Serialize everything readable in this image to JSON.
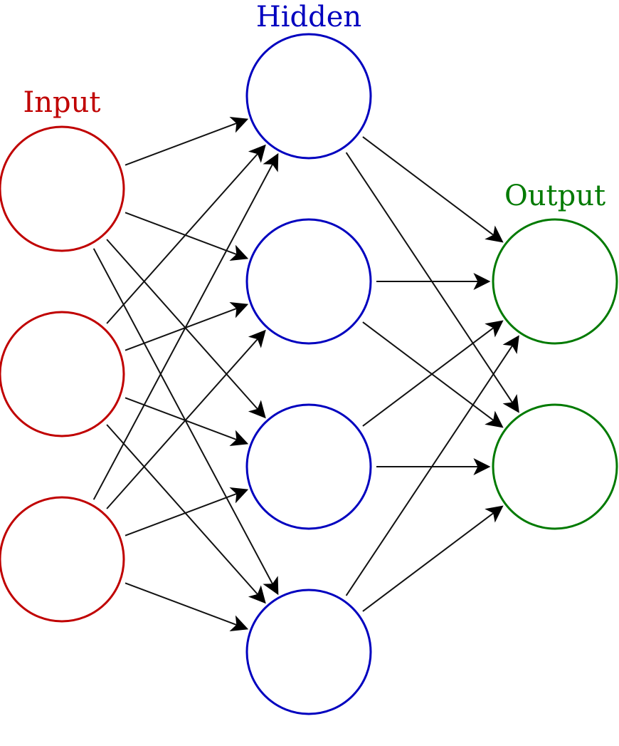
{
  "diagram": {
    "layers": [
      {
        "key": "input",
        "label": "Input",
        "color": "#c00000",
        "node_count": 3
      },
      {
        "key": "hidden",
        "label": "Hidden",
        "color": "#0000bf",
        "node_count": 4
      },
      {
        "key": "output",
        "label": "Output",
        "color": "#007a00",
        "node_count": 2
      }
    ],
    "connections": [
      {
        "from": "input",
        "to": "hidden",
        "pattern": "fully-connected"
      },
      {
        "from": "hidden",
        "to": "output",
        "pattern": "fully-connected"
      }
    ],
    "edge_color": "#111111"
  }
}
